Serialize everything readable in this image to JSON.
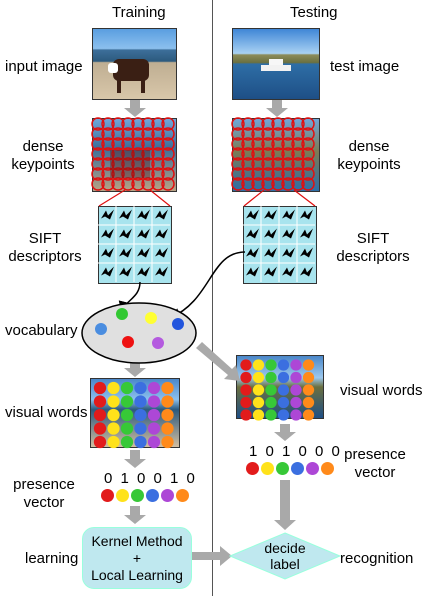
{
  "headers": {
    "training": "Training",
    "testing": "Testing"
  },
  "training": {
    "input_image": "input image",
    "dense_keypoints": [
      "dense",
      "keypoints"
    ],
    "sift_descriptors": [
      "SIFT",
      "descriptors"
    ],
    "vocabulary": "vocabulary",
    "visual_words": "visual words",
    "presence_vector": [
      "presence",
      "vector"
    ],
    "presence_bits": "0 1 0 0 1 0",
    "learning": "learning",
    "method_box": [
      "Kernel Method",
      "+",
      "Local Learning"
    ]
  },
  "testing": {
    "test_image": "test image",
    "dense_keypoints": [
      "dense",
      "keypoints"
    ],
    "sift_descriptors": [
      "SIFT",
      "descriptors"
    ],
    "visual_words": "visual words",
    "presence_vector": [
      "presence",
      "vector"
    ],
    "presence_bits": "1 0 1 0 0 0",
    "decide_box": [
      "decide",
      "label"
    ],
    "recognition": "recognition"
  },
  "colors": {
    "word_colors": [
      "#e21b1b",
      "#ffe21a",
      "#37c837",
      "#3b6fe0",
      "#ad47d6",
      "#ff8a1a"
    ],
    "vocab_dots": [
      "#4a8de0",
      "#32c832",
      "#ffff33",
      "#2255dd",
      "#ee1111",
      "#b45adf"
    ],
    "arrow_gray": "#a9a9a9",
    "keypoint_red": "#e01010",
    "descriptor_bg": "#a8e4ee",
    "box_fill": "#bfe8ef"
  }
}
